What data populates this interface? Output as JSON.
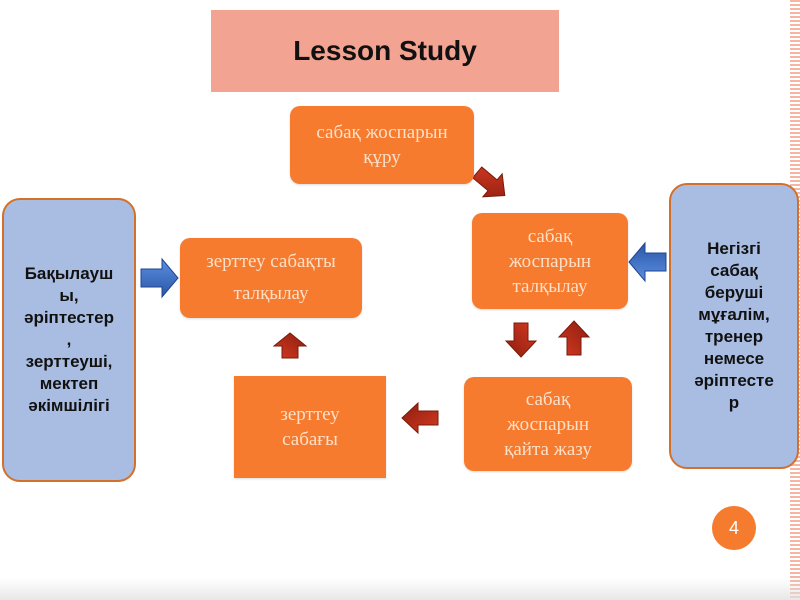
{
  "title": "Lesson Study",
  "nodes": {
    "plan_create": "сабақ жоспарын\nқұру",
    "plan_discuss": "сабақ\nжоспарын\nталқылау",
    "plan_rewrite": "сабақ\nжоспарын\nқайта жазу",
    "research_lesson": "зерттеу\nсабағы",
    "research_discuss": "зерттеу сабақты\nталқылау"
  },
  "side_boxes": {
    "left": "Бақылауш\nы,\nәріптестер\n,\nзерттеуші,\nмектеп\nәкімшілігі",
    "right": "Негізгі\nсабақ\nберуші\nмұғалім,\nтренер\nнемесе\nәріптесте\nр"
  },
  "page_number": "4",
  "colors": {
    "node_fill": "#f67b2f",
    "title_fill": "#f2a392",
    "side_fill": "#a9bde2",
    "side_border": "#d3702c",
    "cycle_arrow": "#b32b17",
    "input_arrow": "#3c6fc8"
  },
  "icons": {
    "cycle_arrows": "dark-red-block-arrow",
    "input_arrows": "blue-block-arrow"
  }
}
